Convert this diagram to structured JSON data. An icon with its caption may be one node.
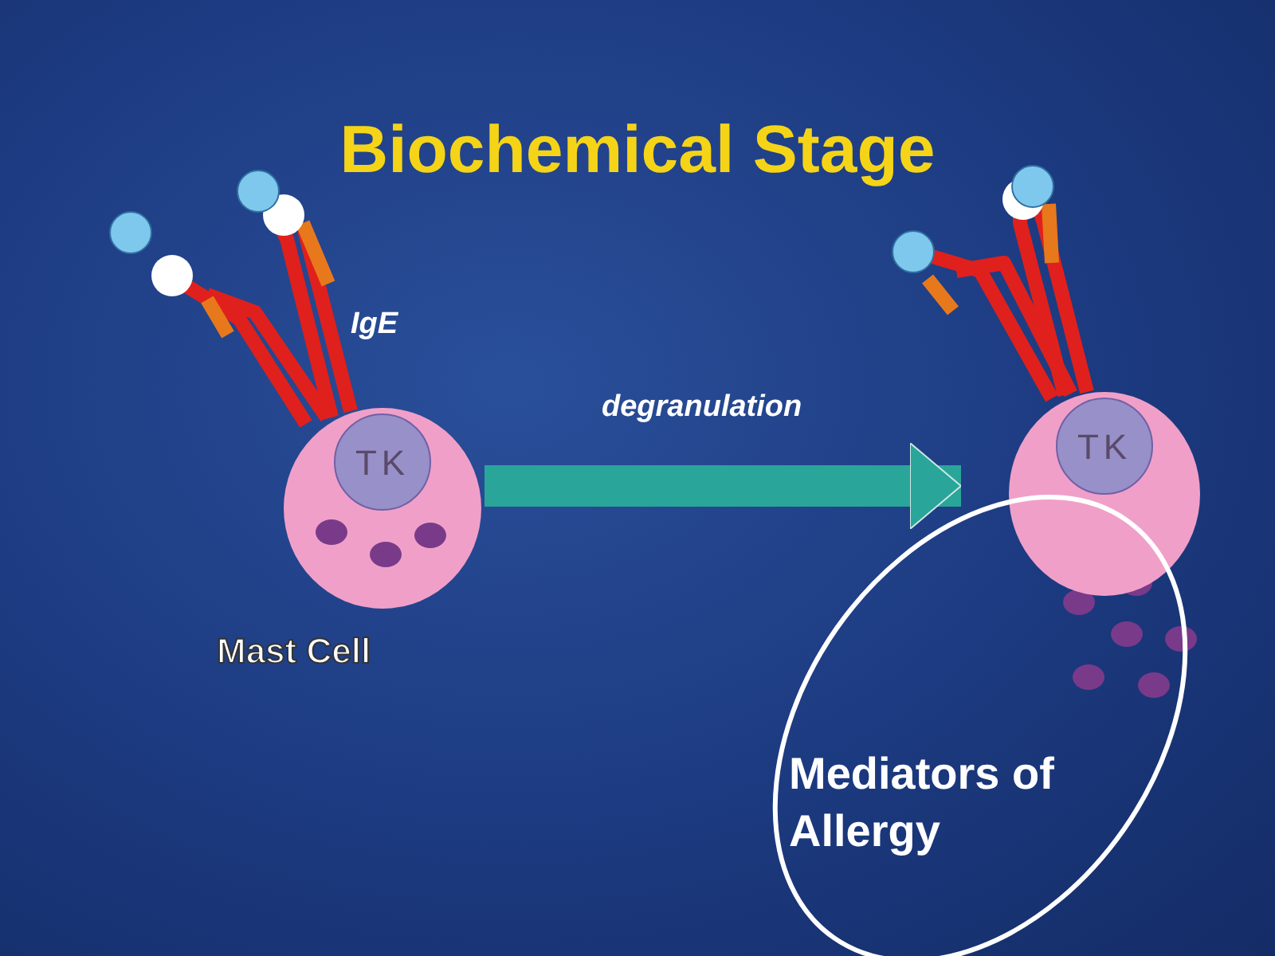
{
  "diagram": {
    "title": "Biochemical Stage",
    "nodes": [
      {
        "text": [
          "TK"
        ],
        "beside": [
          "Mast Cell"
        ]
      },
      {
        "text": [
          "TK"
        ]
      },
      {
        "text": [
          "Mediators of Allergy"
        ]
      }
    ],
    "edges": [
      {
        "from": 0,
        "to": 1,
        "arrow": "to",
        "label": "degranulation"
      }
    ],
    "labels": [
      "IgE"
    ]
  }
}
